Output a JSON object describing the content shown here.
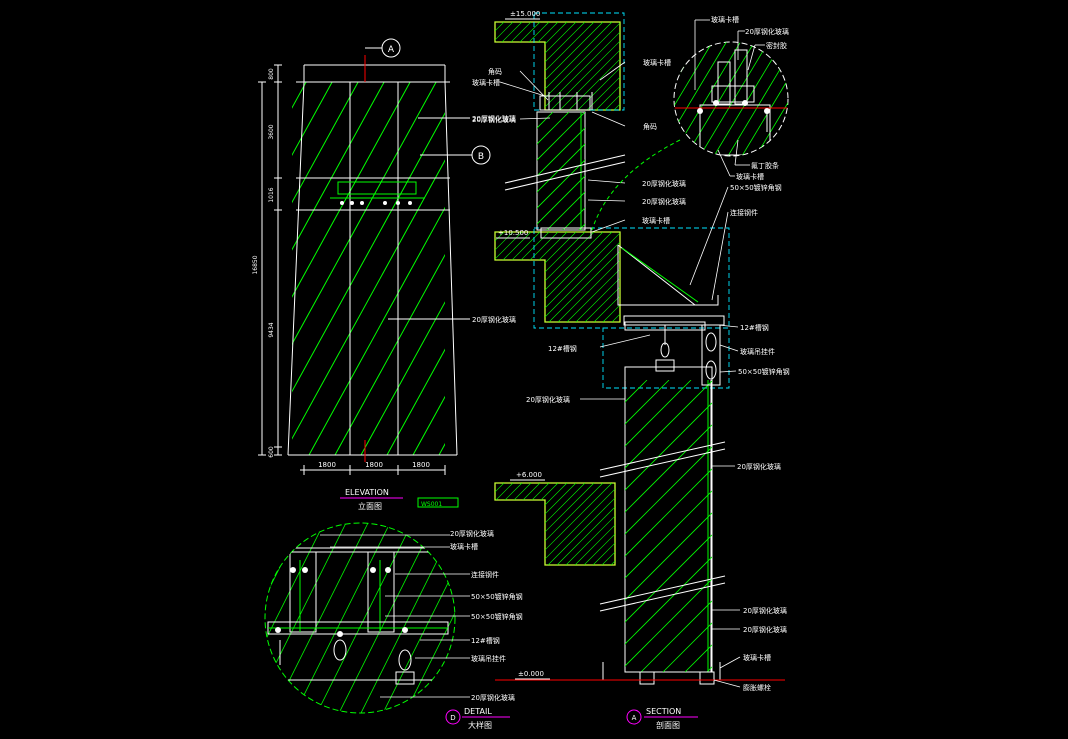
{
  "colors": {
    "background": "#000000",
    "outline": "#ffffff",
    "hatch": "#00ff00",
    "concrete": "#ccff33",
    "steel": "#00e5ff",
    "leader": "#ffffff",
    "label": "#ffffff",
    "dimension": "#ffffff",
    "title_underline": "#ff00ff",
    "ground_line": "#ff0000",
    "axis": "#ff0000",
    "tag": "#ff00ff"
  },
  "elevation": {
    "title": "ELEVATION",
    "subtitle": "立面图",
    "tag": "WS001",
    "axis_a": "A",
    "axis_b": "B",
    "dims_v": [
      "800",
      "3600",
      "1016",
      "16850",
      "9434",
      "600"
    ],
    "dims_h": [
      "1800",
      "1800",
      "1800"
    ],
    "labels": [
      "20厚钢化玻璃",
      "20厚钢化玻璃"
    ]
  },
  "section": {
    "title": "SECTION",
    "subtitle": "剖面图",
    "marker": "A",
    "levels": [
      "±15.000",
      "+10.500",
      "+6.000",
      "±0.000"
    ],
    "labels": [
      "角码",
      "玻璃卡槽",
      "玻璃卡槽",
      "20厚钢化玻璃",
      "角码",
      "20厚钢化玻璃",
      "20厚钢化玻璃",
      "玻璃卡槽",
      "50×50镀锌角钢",
      "连接钢件",
      "12#槽钢",
      "12#槽钢",
      "玻璃吊挂件",
      "50×50镀锌角钢",
      "20厚钢化玻璃",
      "20厚钢化玻璃",
      "20厚钢化玻璃",
      "20厚钢化玻璃",
      "玻璃卡槽",
      "膨胀螺栓"
    ]
  },
  "detail_top": {
    "labels": [
      "玻璃卡槽",
      "20厚钢化玻璃",
      "密封胶",
      "氟丁胶条",
      "玻璃卡槽"
    ]
  },
  "detail": {
    "title": "DETAIL",
    "subtitle": "大样图",
    "marker": "D",
    "labels": [
      "20厚钢化玻璃",
      "玻璃卡槽",
      "连接钢件",
      "50×50镀锌角钢",
      "50×50镀锌角钢",
      "12#槽钢",
      "玻璃吊挂件",
      "20厚钢化玻璃"
    ]
  }
}
